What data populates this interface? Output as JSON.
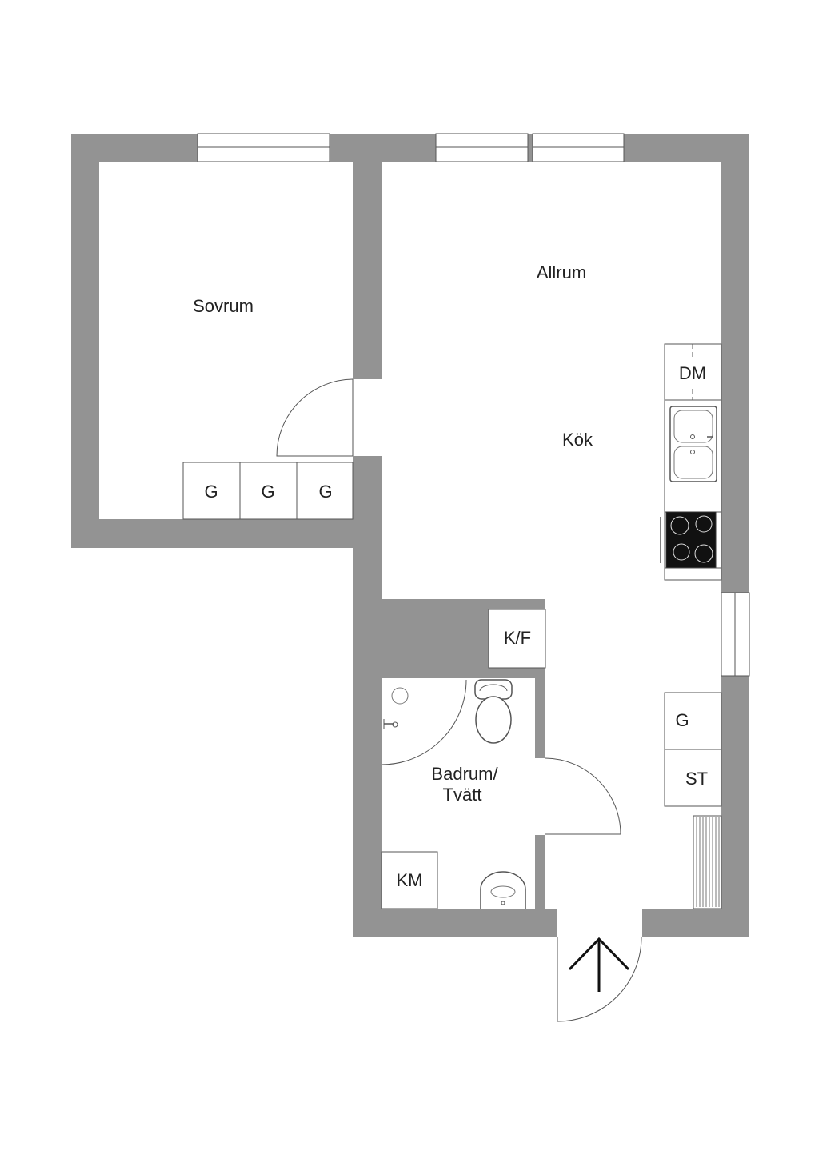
{
  "rooms": {
    "sovrum": "Sovrum",
    "allrum": "Allrum",
    "kok": "Kök",
    "badrum_line1": "Badrum/",
    "badrum_line2": "Tvätt"
  },
  "fixtures": {
    "wardrobe_1": "G",
    "wardrobe_2": "G",
    "wardrobe_3": "G",
    "dishwasher": "DM",
    "fridge_freezer": "K/F",
    "wardrobe_kitchen": "G",
    "cleaning_closet": "ST",
    "washing_machine": "KM"
  },
  "colors": {
    "wall": "#939393",
    "floor": "#ffffff",
    "line": "#555555",
    "hob": "#111111"
  }
}
